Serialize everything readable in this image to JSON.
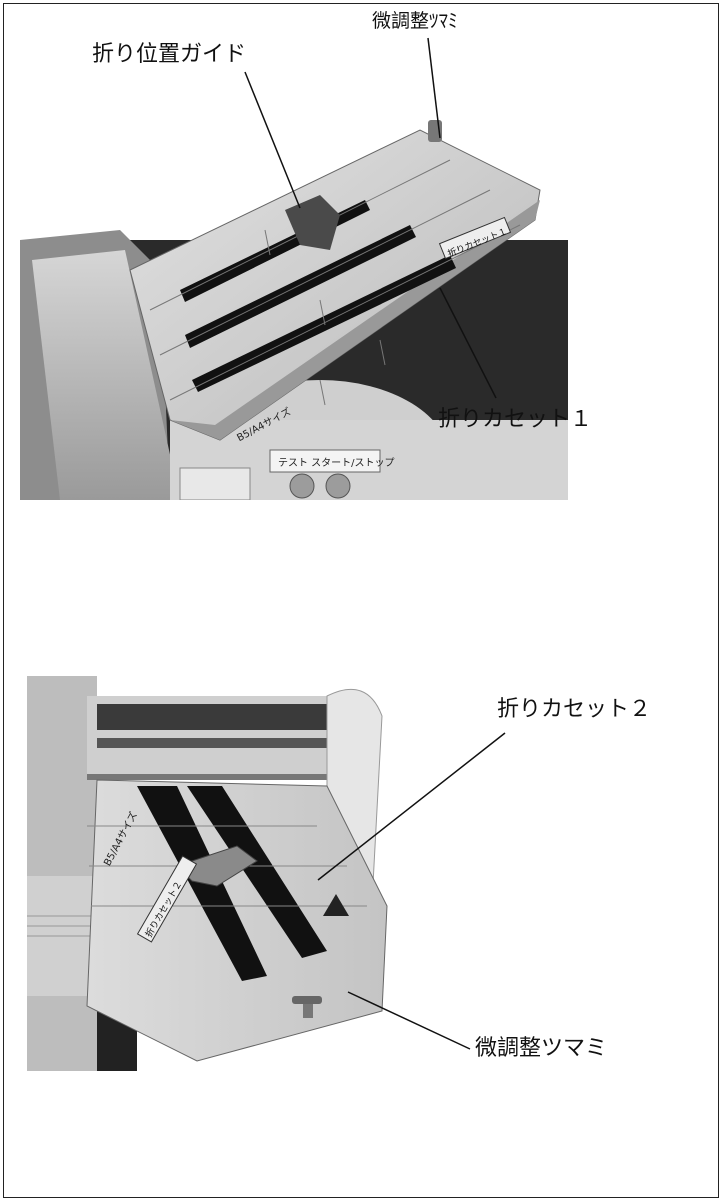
{
  "labels": {
    "fine_adjust_top": "微調整ﾂﾏﾐ",
    "fold_position_guide": "折り位置ガイド",
    "fold_cassette_1": "折りカセット１",
    "fold_cassette_2": "折りカセット２",
    "fine_adjust_bottom": "微調整ツマミ"
  },
  "photo1": {
    "tray_label": "折りカセット１",
    "size_label": "B5/A4サイズ",
    "panel_label": "テスト スタート/ストップ"
  },
  "photo2": {
    "tray_label": "折りカセット２",
    "size_label": "B5/A4サイズ"
  }
}
